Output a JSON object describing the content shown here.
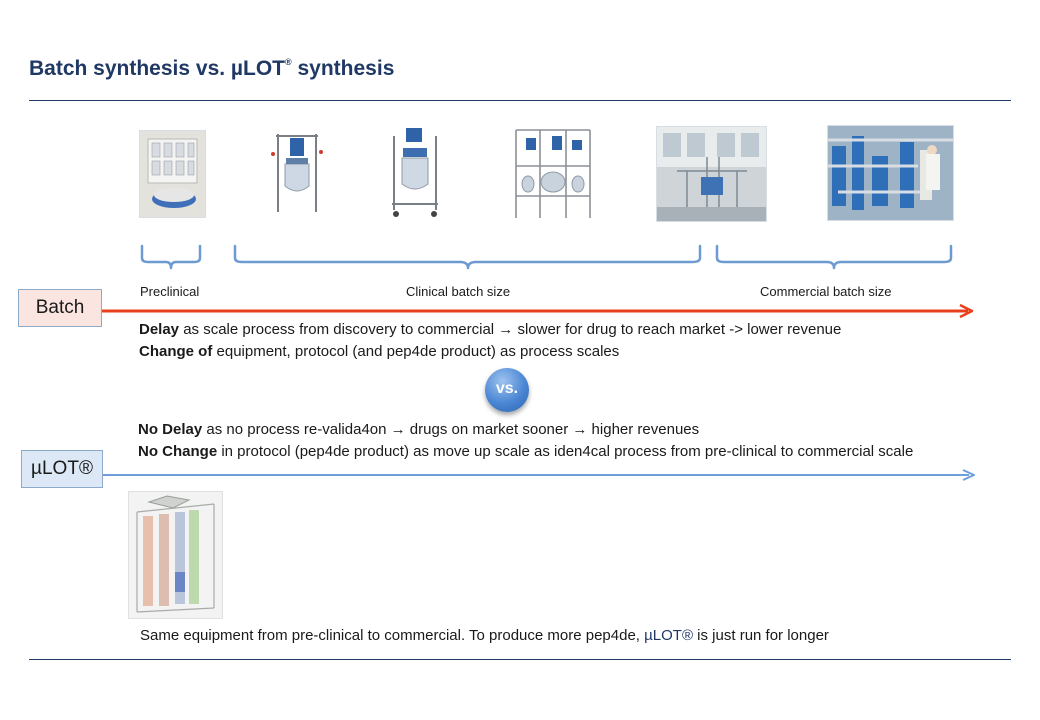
{
  "header": {
    "title": "Batch synthesis vs. µLOT",
    "title_mark": "®",
    "title_suffix": " synthesis"
  },
  "batch": {
    "label": "Batch",
    "stages": [
      "Preclinical",
      "Clinical batch size",
      "Commercial batch size"
    ],
    "line1_bold": "Delay",
    "line1_rest": " as scale process from discovery to commercial → slower for drug to reach market -> lower  revenue",
    "line2_bold": "Change of",
    "line2_rest": " equipment, protocol (and pep4de product) as process scales",
    "arrow_color": "#e8401c",
    "box_fill": "#fbe5e0"
  },
  "vs_label": "vs.",
  "mulot": {
    "label": "µLOT®",
    "line1_bold": "No Delay",
    "line1_rest": " as no process re-valida4on → drugs on market sooner → higher revenues",
    "line2_bold": "No Change",
    "line2_rest": " in protocol (pep4de product) as move up scale as iden4cal process from pre-clinical to commercial scale",
    "caption_pre": "Same equipment from pre-clinical to commercial. To produce more pep4de, ",
    "caption_brand": "µLOT®",
    "caption_post": " is just run for longer",
    "arrow_color": "#6f9fd8",
    "box_fill": "#dde8f6"
  },
  "icons": [
    "lab-synthesizer-photo",
    "small-reactor-photo",
    "cart-reactor-photo",
    "pilot-rig-photo",
    "plant-hall-photo",
    "industrial-plant-photo",
    "mulot-columns-photo"
  ]
}
